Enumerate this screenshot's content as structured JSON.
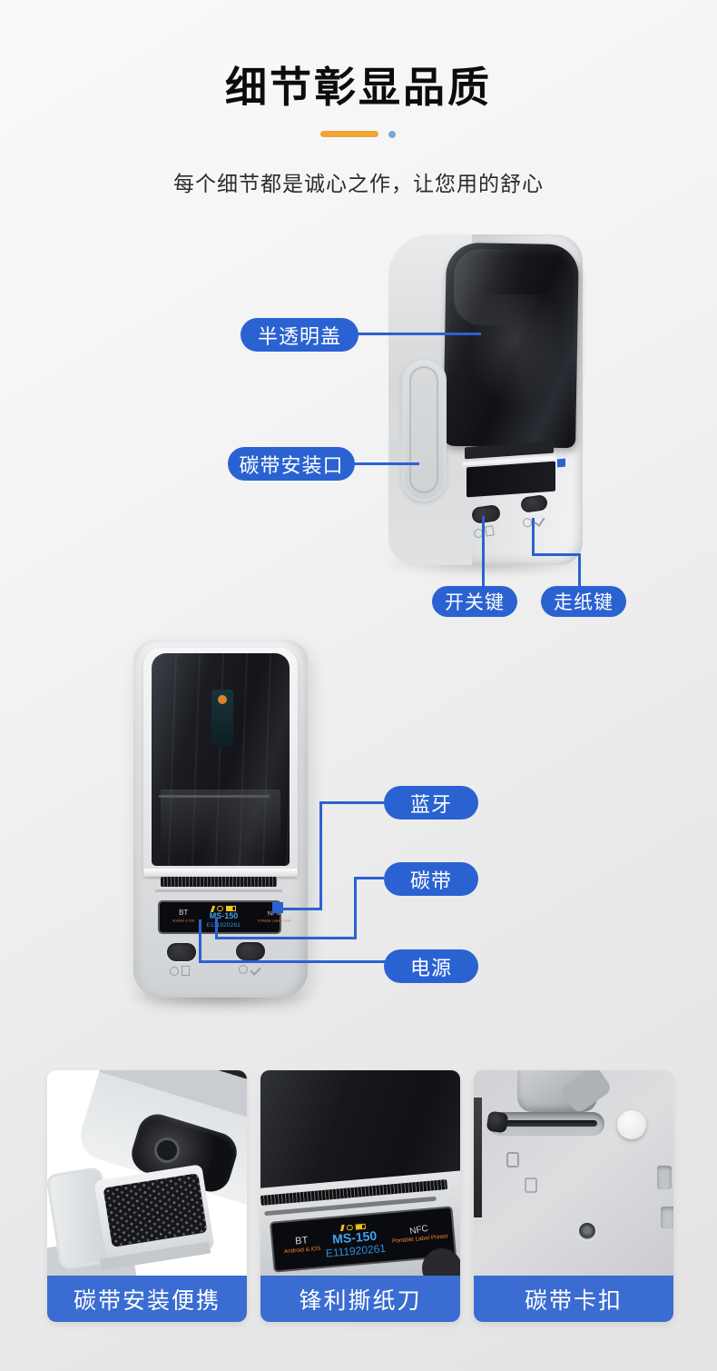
{
  "header": {
    "title": "细节彰显品质",
    "subtitle": "每个细节都是诚心之作，让您用的舒心"
  },
  "printer_side_view": {
    "callouts": {
      "cover": "半透明盖",
      "ribbon_port": "碳带安装口",
      "power_key": "开关键",
      "feed_key": "走纸键"
    }
  },
  "printer_front_view": {
    "callouts": {
      "bluetooth": "蓝牙",
      "ribbon": "碳带",
      "power": "电源"
    },
    "display": {
      "bt": "BT",
      "bt_sub": "Android & iOS",
      "model": "MS-150",
      "serial": "E111920261",
      "nfc": "NFC",
      "nfc_sub": "Portable Label Printer"
    }
  },
  "feature_cards": [
    {
      "caption": "碳带安装便携"
    },
    {
      "caption": "锋利撕纸刀"
    },
    {
      "caption": "碳带卡扣"
    }
  ],
  "colors": {
    "callout_blue": "#2b62d2",
    "caption_blue": "#3a6cd1",
    "divider_orange": "#f0a432",
    "divider_dot_blue": "#7aa7d9"
  }
}
